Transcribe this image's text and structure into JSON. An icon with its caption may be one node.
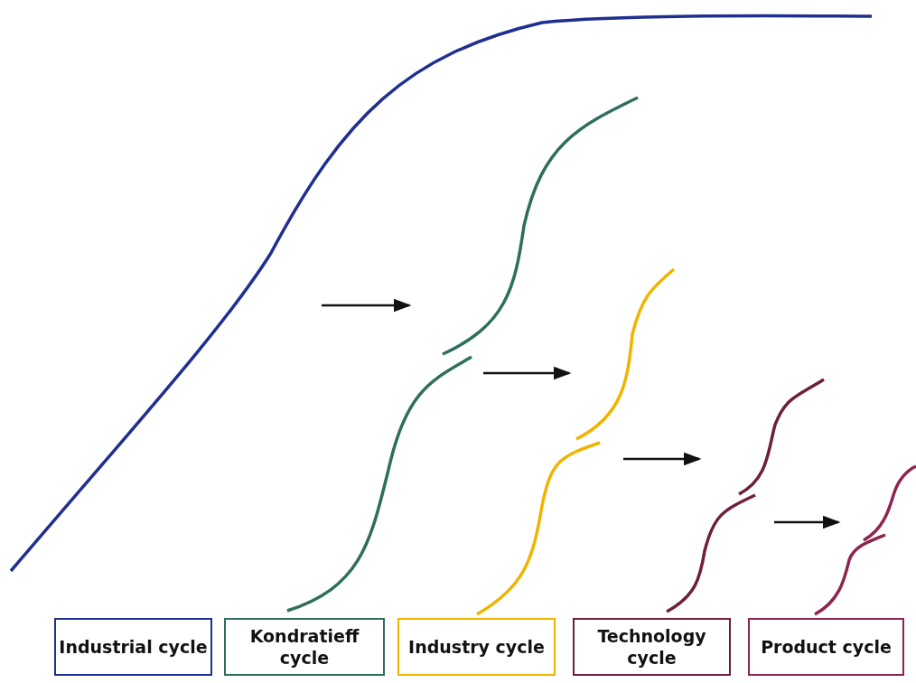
{
  "diagram": {
    "nodes": [
      {
        "text": [
          "Industrial cycle"
        ]
      },
      {
        "text": [
          "Kondratieff cycle"
        ]
      },
      {
        "text": [
          "Industry cycle"
        ]
      },
      {
        "text": [
          "Technology cycle"
        ]
      },
      {
        "text": [
          "Product cycle"
        ]
      }
    ]
  }
}
